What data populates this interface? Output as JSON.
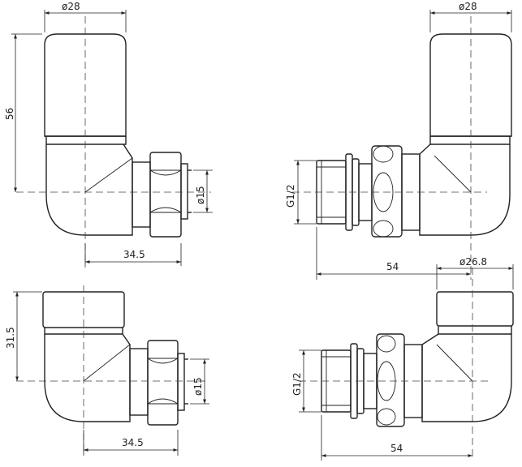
{
  "dimensions": {
    "view1": {
      "top_diameter": "ø28",
      "height": "56",
      "outlet_diameter": "ø15",
      "width": "34.5"
    },
    "view2": {
      "top_diameter": "ø28",
      "thread": "G1/2",
      "width": "54"
    },
    "view3": {
      "height": "31.5",
      "outlet_diameter": "ø15",
      "width": "34.5"
    },
    "view4": {
      "top_diameter": "ø26.8",
      "thread": "G1/2",
      "width": "54"
    }
  }
}
